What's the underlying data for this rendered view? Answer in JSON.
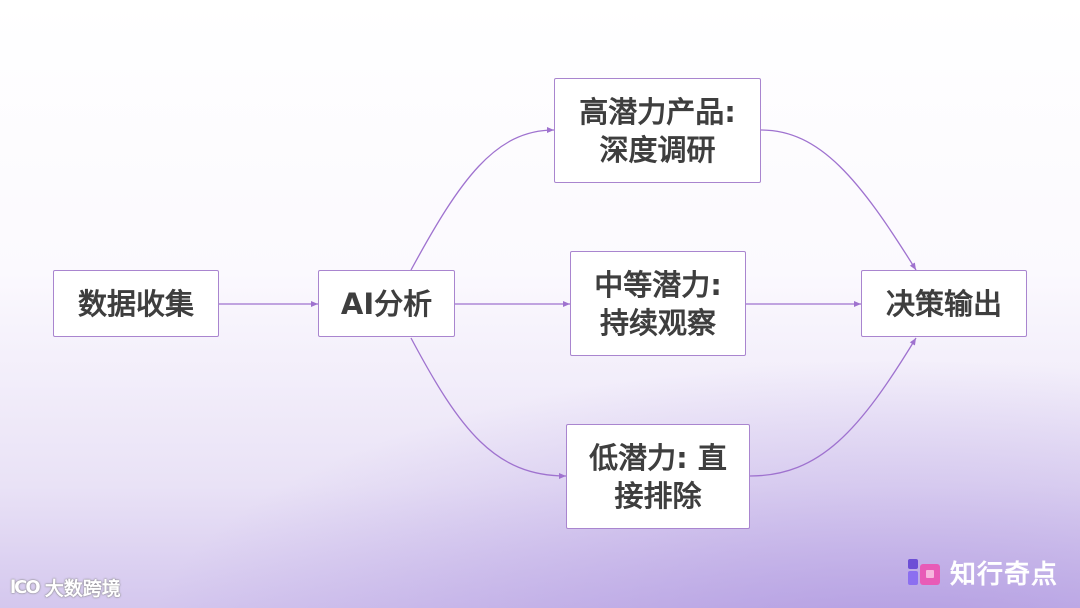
{
  "nodes": {
    "collect": "数据收集",
    "analyze": "AI分析",
    "high": "高潜力产品:\n深度调研",
    "medium": "中等潜力:\n持续观察",
    "low": "低潜力: 直\n接排除",
    "output": "决策输出"
  },
  "footer": {
    "watermark_mark": "lCO",
    "watermark_text": "大数跨境",
    "brand": "知行奇点"
  },
  "colors": {
    "accent": "#a985cf",
    "connector": "#9f72cf",
    "node_text": "#3e3e3e",
    "node_fill": "#ffffff"
  }
}
